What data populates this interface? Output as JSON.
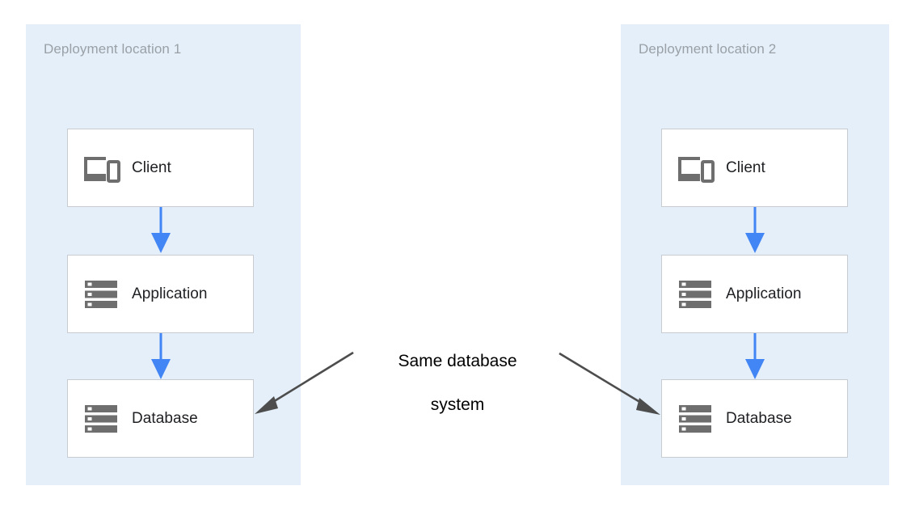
{
  "diagram": {
    "type": "deployment-architecture",
    "background_color": "#ffffff",
    "zone_color": "#e4eff9",
    "flow_arrow_color": "#4285f4",
    "annotation_arrow_color": "#4d4d4d",
    "node_border_color": "#c8ccd0",
    "icon_color": "#6e6e6e",
    "zone_label_color": "#9aa0a6",
    "node_label_color": "#202124"
  },
  "zones": [
    {
      "id": "zone-1",
      "label": "Deployment location 1",
      "nodes": [
        {
          "id": "client-1",
          "label": "Client",
          "icon": "devices-icon"
        },
        {
          "id": "application-1",
          "label": "Application",
          "icon": "server-icon"
        },
        {
          "id": "database-1",
          "label": "Database",
          "icon": "server-icon"
        }
      ],
      "flows": [
        {
          "from": "client-1",
          "to": "application-1"
        },
        {
          "from": "application-1",
          "to": "database-1"
        }
      ]
    },
    {
      "id": "zone-2",
      "label": "Deployment location 2",
      "nodes": [
        {
          "id": "client-2",
          "label": "Client",
          "icon": "devices-icon"
        },
        {
          "id": "application-2",
          "label": "Application",
          "icon": "server-icon"
        },
        {
          "id": "database-2",
          "label": "Database",
          "icon": "server-icon"
        }
      ],
      "flows": [
        {
          "from": "client-2",
          "to": "application-2"
        },
        {
          "from": "application-2",
          "to": "database-2"
        }
      ]
    }
  ],
  "annotation": {
    "text": "Same database\nsystem",
    "line1": "Same database",
    "line2": "system",
    "points_to": [
      "database-1",
      "database-2"
    ]
  }
}
